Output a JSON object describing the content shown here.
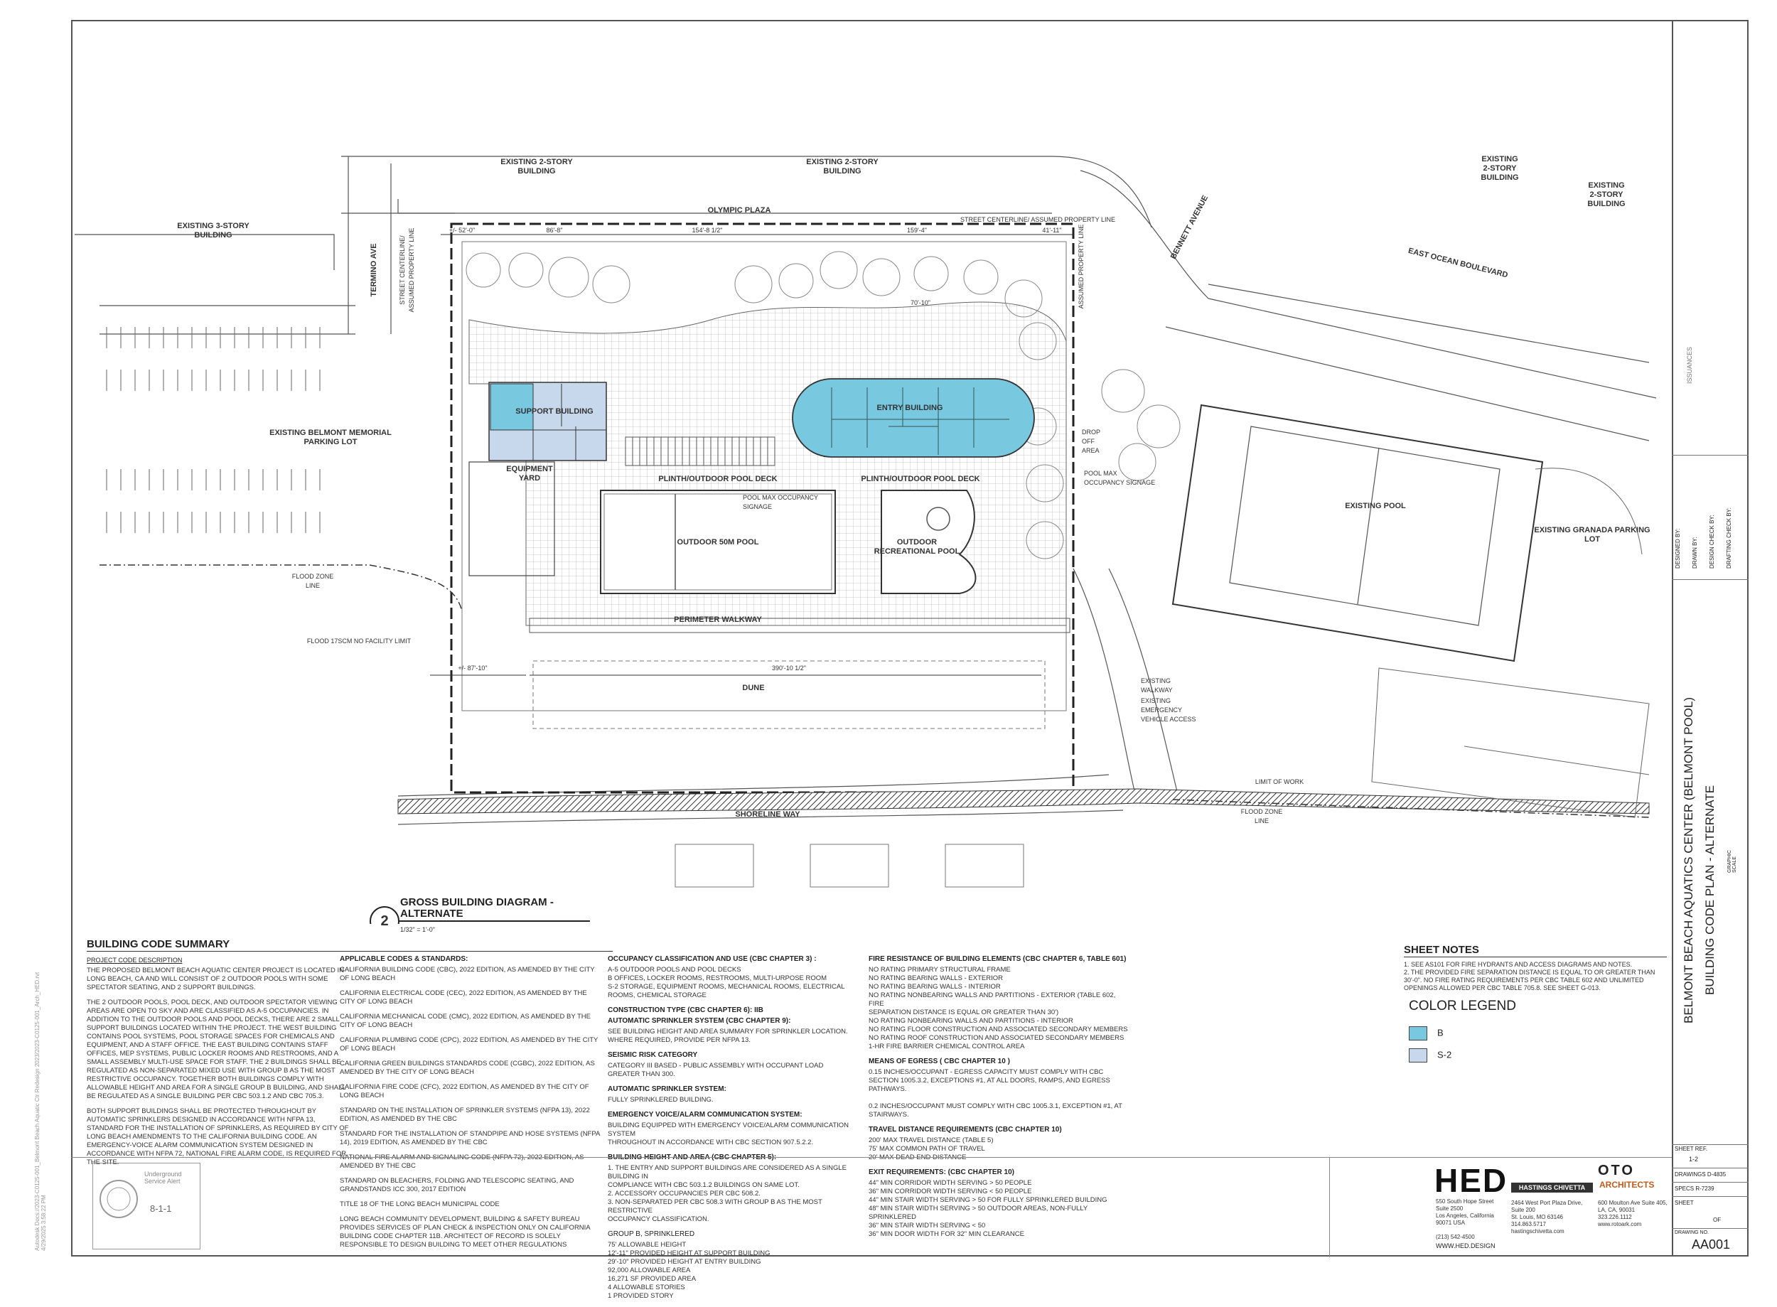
{
  "plan_labels": {
    "existing_2story_a": "EXISTING 2-STORY\nBUILDING",
    "existing_2story_b": "EXISTING 2-STORY\nBUILDING",
    "existing_2story_c": "EXISTING\n2-STORY\nBUILDING",
    "existing_2story_d": "EXISTING\n2-STORY\nBUILDING",
    "existing_3story": "EXISTING 3-STORY\nBUILDING",
    "olympic_plaza": "OLYMPIC PLAZA",
    "termino_ave": "TERMINO AVE",
    "bennett_ave": "BENNETT AVENUE",
    "east_ocean_blvd": "EAST OCEAN BOULEVARD",
    "street_centerline": "STREET CENTERLINE/ ASSUMED PROPERTY LINE",
    "street_centerline_v": "STREET CENTERLINE/\nASSUMED PROPERTY LINE",
    "assumed_property_line": "ASSUMED PROPERTY LINE",
    "parking_lot": "EXISTING BELMONT MEMORIAL\nPARKING LOT",
    "support_building": "SUPPORT BUILDING",
    "entry_building": "ENTRY BUILDING",
    "equipment_yard": "EQUIPMENT\nYARD",
    "plinth_deck_a": "PLINTH/OUTDOOR POOL DECK",
    "plinth_deck_b": "PLINTH/OUTDOOR POOL DECK",
    "pool_max_signage_a": "POOL MAX OCCUPANCY\nSIGNAGE",
    "pool_max_signage_b": "POOL MAX\nOCCUPANCY SIGNAGE",
    "drop_off": "DROP\nOFF\nAREA",
    "outdoor_50m_pool": "OUTDOOR 50M POOL",
    "outdoor_rec_pool": "OUTDOOR\nRECREATIONAL POOL",
    "existing_pool": "EXISTING POOL",
    "granada_lot": "EXISTING GRANADA PARKING\nLOT",
    "perimeter_walkway": "PERIMETER WALKWAY",
    "flood_zone_a": "FLOOD ZONE LINE",
    "flood_zone_b": "FLOOD ZONE LINE",
    "flood_limit": "FLOOD 17SCM NO FACILITY LIMIT",
    "dune": "DUNE",
    "existing_walkway": "EXISTING\nWALKWAY",
    "emergency_access": "EXISTING\nEMERGENCY\nVEHICLE ACCESS",
    "limit_of_work": "LIMIT OF WORK",
    "shoreline_way": "SHORELINE WAY",
    "dim_1": "+/- 52'-0\"",
    "dim_2": "86'-8\"",
    "dim_3": "154'-8 1/2\"",
    "dim_4": "159'-4\"",
    "dim_5": "41'-11\"",
    "dim_6": "70'-10\"",
    "dim_7": "390'-10 1/2\"",
    "dim_8": "+/- 87'-10\""
  },
  "diagram_title": {
    "number": "2",
    "title": "GROSS BUILDING DIAGRAM -\nALTERNATE",
    "scale": "1/32\" = 1'-0\""
  },
  "code_summary": {
    "heading": "BUILDING CODE SUMMARY",
    "project_desc_heading": "PROJECT CODE DESCRIPTION",
    "p1": "THE PROPOSED BELMONT BEACH AQUATIC CENTER PROJECT IS LOCATED IN LONG BEACH, CA AND WILL CONSIST OF 2 OUTDOOR POOLS WITH SOME SPECTATOR SEATING, AND 2 SUPPORT BUILDINGS.",
    "p2": "THE 2 OUTDOOR POOLS, POOL DECK, AND OUTDOOR SPECTATOR VIEWING AREAS ARE OPEN TO SKY AND ARE CLASSIFIED AS A-5 OCCUPANCIES. IN ADDITION TO THE OUTDOOR POOLS AND POOL DECKS, THERE ARE 2 SMALL SUPPORT BUILDINGS LOCATED WITHIN THE PROJECT. THE WEST BUILDING CONTAINS POOL SYSTEMS, POOL STORAGE SPACES FOR CHEMICALS AND EQUIPMENT, AND A STAFF OFFICE. THE EAST BUILDING CONTAINS STAFF OFFICES, MEP SYSTEMS, PUBLIC LOCKER ROOMS AND RESTROOMS, AND A SMALL ASSEMBLY MULTI-USE SPACE FOR STAFF. THE 2 BUILDINGS SHALL BE REGULATED AS NON-SEPARATED MIXED USE WITH GROUP B AS THE MOST RESTRICTIVE OCCUPANCY. TOGETHER BOTH BUILDINGS COMPLY WITH ALLOWABLE HEIGHT AND AREA FOR A SINGLE GROUP B BUILDING, AND SHALL BE REGULATED AS A SINGLE BUILDING PER CBC 503.1.2 AND CBC 705.3.",
    "p3": "BOTH SUPPORT BUILDINGS SHALL BE PROTECTED THROUGHOUT BY AUTOMATIC SPRINKLERS DESIGNED IN ACCORDANCE WITH NFPA 13, STANDARD FOR THE INSTALLATION OF SPRINKLERS, AS REQUIRED BY CITY OF LONG BEACH AMENDMENTS TO THE CALIFORNIA BUILDING CODE. AN EMERGENCY-VOICE ALARM COMMUNICATION SYSTEM DESIGNED IN ACCORDANCE WITH NFPA 72, NATIONAL FIRE ALARM CODE, IS REQUIRED FOR THE SITE.",
    "codes_heading": "APPLICABLE CODES & STANDARDS:",
    "codes": [
      "CALIFORNIA BUILDING CODE (CBC), 2022 EDITION, AS AMENDED BY THE CITY OF LONG BEACH",
      "CALIFORNIA ELECTRICAL CODE (CEC), 2022 EDITION, AS AMENDED BY THE CITY OF LONG BEACH",
      "CALIFORNIA MECHANICAL CODE (CMC), 2022 EDITION, AS AMENDED BY THE CITY OF LONG BEACH",
      "CALIFORNIA PLUMBING CODE (CPC), 2022 EDITION, AS AMENDED BY THE CITY OF LONG BEACH",
      "CALIFORNIA GREEN BUILDINGS STANDARDS CODE (CGBC), 2022 EDITION, AS AMENDED BY THE CITY OF LONG BEACH",
      "CALIFORNIA FIRE CODE (CFC), 2022 EDITION, AS AMENDED BY THE CITY OF LONG BEACH",
      "STANDARD ON THE INSTALLATION OF SPRINKLER SYSTEMS (NFPA 13), 2022 EDITION, AS AMENDED BY THE CBC",
      "STANDARD FOR THE INSTALLATION OF STANDPIPE AND HOSE SYSTEMS (NFPA 14), 2019 EDITION, AS AMENDED BY THE CBC",
      "NATIONAL FIRE ALARM AND SIGNALING CODE (NFPA 72), 2022 EDITION, AS AMENDED BY THE CBC",
      "STANDARD ON BLEACHERS, FOLDING AND TELESCOPIC SEATING, AND GRANDSTANDS ICC 300, 2017 EDITION",
      "TITLE 18 OF THE LONG BEACH MUNICIPAL CODE",
      "LONG BEACH COMMUNITY DEVELOPMENT, BUILDING & SAFETY BUREAU PROVIDES SERVICES OF PLAN CHECK & INSPECTION ONLY ON CALIFORNIA BUILDING CODE CHAPTER 11B. ARCHITECT OF RECORD IS SOLELY RESPONSIBLE TO DESIGN BUILDING TO MEET OTHER REGULATIONS"
    ],
    "occ_heading": "OCCUPANCY CLASSIFICATION AND USE (CBC CHAPTER 3) :",
    "occ": "A-5      OUTDOOR POOLS AND POOL DECKS\nB         OFFICES, LOCKER ROOMS, RESTROOMS, MULTI-URPOSE ROOM\nS-2      STORAGE, EQUIPMENT ROOMS, MECHANICAL ROOMS, ELECTRICAL\n           ROOMS, CHEMICAL STORAGE",
    "construction_heading": "CONSTRUCTION TYPE (CBC CHAPTER 6): IIB",
    "sprinkler_heading": "AUTOMATIC SPRINKLER SYSTEM (CBC CHAPTER 9):",
    "sprinkler": "SEE BUILDING HEIGHT AND AREA SUMMARY FOR SPRINKLER LOCATION.\nWHERE REQUIRED, PROVIDE PER NFPA 13.",
    "seismic_heading": "SEISMIC RISK CATEGORY",
    "seismic": "CATEGORY III BASED - PUBLIC ASSEMBLY WITH OCCUPANT LOAD\nGREATER THAN 300.",
    "auto_sprinkler_heading": "AUTOMATIC SPRINKLER SYSTEM:",
    "auto_sprinkler": "FULLY SPRINKLERED BUILDING.",
    "alarm_heading": "EMERGENCY VOICE/ALARM COMMUNICATION SYSTEM:",
    "alarm": "BUILDING EQUIPPED WITH EMERGENCY VOICE/ALARM COMMUNICATION SYSTEM\nTHROUGHOUT IN ACCORDANCE WITH CBC SECTION 907.5.2.2.",
    "height_heading": "BUILDING HEIGHT AND AREA (CBC CHAPTER 5):",
    "height": "1.   THE ENTRY AND SUPPORT BUILDINGS ARE CONSIDERED AS A SINGLE BUILDING IN\n      COMPLIANCE WITH CBC 503.1.2 BUILDINGS ON SAME LOT.\n2.   ACCESSORY OCCUPANCIES PER CBC 508.2.\n3.   NON-SEPARATED PER CBC 508.3 WITH GROUP B AS THE MOST RESTRICTIVE\n      OCCUPANCY CLASSIFICATION.",
    "groupb_heading": "GROUP B, SPRINKLERED",
    "groupb": "75'              ALLOWABLE HEIGHT\n12'-11\"         PROVIDED HEIGHT AT SUPPORT BUILDING\n29'-10\"         PROVIDED HEIGHT AT ENTRY BUILDING\n92,000          ALLOWABLE AREA\n16,271 SF     PROVIDED AREA\n4                 ALLOWABLE STORIES\n1                 PROVIDED STORY",
    "fire_heading": "FIRE RESISTANCE OF BUILDING ELEMENTS (CBC CHAPTER 6, TABLE 601)",
    "fire": "NO RATING          PRIMARY STRUCTURAL FRAME\nNO RATING          BEARING WALLS - EXTERIOR\nNO RATING          BEARING WALLS - INTERIOR\nNO RATING          NONBEARING WALLS AND PARTITIONS - EXTERIOR (TABLE 602, FIRE\n                          SEPARATION DISTANCE IS EQUAL OR GREATER THAN 30')\nNO RATING          NONBEARING WALLS AND PARTITIONS - INTERIOR\nNO RATING          FLOOR CONSTRUCTION AND ASSOCIATED SECONDARY MEMBERS\nNO RATING          ROOF CONSTRUCTION AND ASSOCIATED SECONDARY MEMBERS\n1-HR FIRE BARRIER   CHEMICAL CONTROL AREA",
    "egress_heading": "MEANS OF EGRESS ( CBC  CHAPTER 10 )",
    "egress": "0.15 INCHES/OCCUPANT - EGRESS CAPACITY MUST COMPLY WITH CBC SECTION 1005.3.2, EXCEPTIONS #1, AT ALL DOORS, RAMPS, AND EGRESS PATHWAYS.\n\n0.2 INCHES/OCCUPANT MUST COMPLY WITH CBC 1005.3.1, EXCEPTION #1, AT STAIRWAYS.",
    "travel_heading": "TRAVEL DISTANCE REQUIREMENTS (CBC CHAPTER 10)",
    "travel": "200'     MAX TRAVEL DISTANCE (TABLE 5)\n75'       MAX COMMON PATH OF TRAVEL\n20'       MAX DEAD END DISTANCE",
    "exit_heading": "EXIT REQUIREMENTS: (CBC CHAPTER 10)",
    "exit": "44\"      MIN CORRIDOR WIDTH SERVING > 50 PEOPLE\n36\"      MIN CORRIDOR WIDTH SERVING < 50 PEOPLE\n44\"      MIN STAIR WIDTH SERVING > 50 FOR FULLY SPRINKLERED BUILDING\n48\"      MIN STAIR WIDTH SERVING > 50 OUTDOOR AREAS, NON-FULLY SPRINKLERED\n36\"      MIN STAIR WIDTH SERVING < 50\n36\"      MIN DOOR WIDTH FOR 32\" MIN CLEARANCE"
  },
  "sheet_notes": {
    "heading": "SHEET NOTES",
    "notes": "1.  SEE AS101 FOR FIRE HYDRANTS AND ACCESS DIAGRAMS AND NOTES.\n2.  THE PROVIDED FIRE SEPARATION DISTANCE IS EQUAL TO OR GREATER THAN\n     30'-0\". NO FIRE RATING REQUIREMENTS PER CBC TABLE 602 AND UNLIMITED\n     OPENINGS ALLOWED PER CBC TABLE 705.8. SEE SHEET G-013."
  },
  "legend": {
    "heading": "COLOR LEGEND",
    "items": [
      {
        "label": "B",
        "color": "#78c8e0"
      },
      {
        "label": "S-2",
        "color": "#c8d8ec"
      }
    ]
  },
  "colors": {
    "group_b": "#78c8e0",
    "group_s2": "#c8d8ec",
    "line": "#444444"
  },
  "stamp": {
    "title": "Underground\nService Alert",
    "number": "8-1-1"
  },
  "firms": {
    "hed_logo": "HED",
    "hed_address": "550 South Hope Street\nSuite 2500\nLos Angeles, California\n90071 USA\n\n(213) 542-4500",
    "hed_web": "WWW.HED.DESIGN",
    "hc_logo": "HASTINGS CHIVETTA",
    "hc_address": "2464 West Port Plaza Drive,\nSuite 200\nSt. Louis, MO 63146\n314.863.5717\nhastingschivetta.com",
    "oto_logo": "OTO",
    "oto_sub": "ARCHITECTS",
    "oto_address": "600 Moulton Ave Suite 405,\nLA, CA, 90031\n323.226.1112\nwww.rotoark.com"
  },
  "title_block": {
    "issuances": "ISSUANCES",
    "project": "BELMONT BEACH AQUATICS CENTER (BELMONT POOL)",
    "sheet_title": "BUILDING CODE PLAN - ALTERNATE",
    "designed_by": "DESIGNED BY:",
    "drawn_by": "DRAWN BY:",
    "design_check": "DESIGN CHECK BY:",
    "drafting_check": "DRAFTING CHECK BY:",
    "graphic_scale": "GRAPHIC\nSCALE",
    "sheet_ref": "SHEET REF.",
    "sheet_ref_val": "1-2",
    "drawings": "DRAWINGS D-4835",
    "specs": "SPECS R-7239",
    "sheet": "SHEET",
    "sheet_of": "OF",
    "drawing_no": "DRAWING NO.",
    "drawing_no_val": "AA001"
  },
  "margin_note": "Autodesk Docs://2023-C0125-001_Belmont Beach Aquatic Ctr Redesign 2023/2023-C0125-001_Arch_HED.rvt\n4/29/2025 3:58:22 PM"
}
